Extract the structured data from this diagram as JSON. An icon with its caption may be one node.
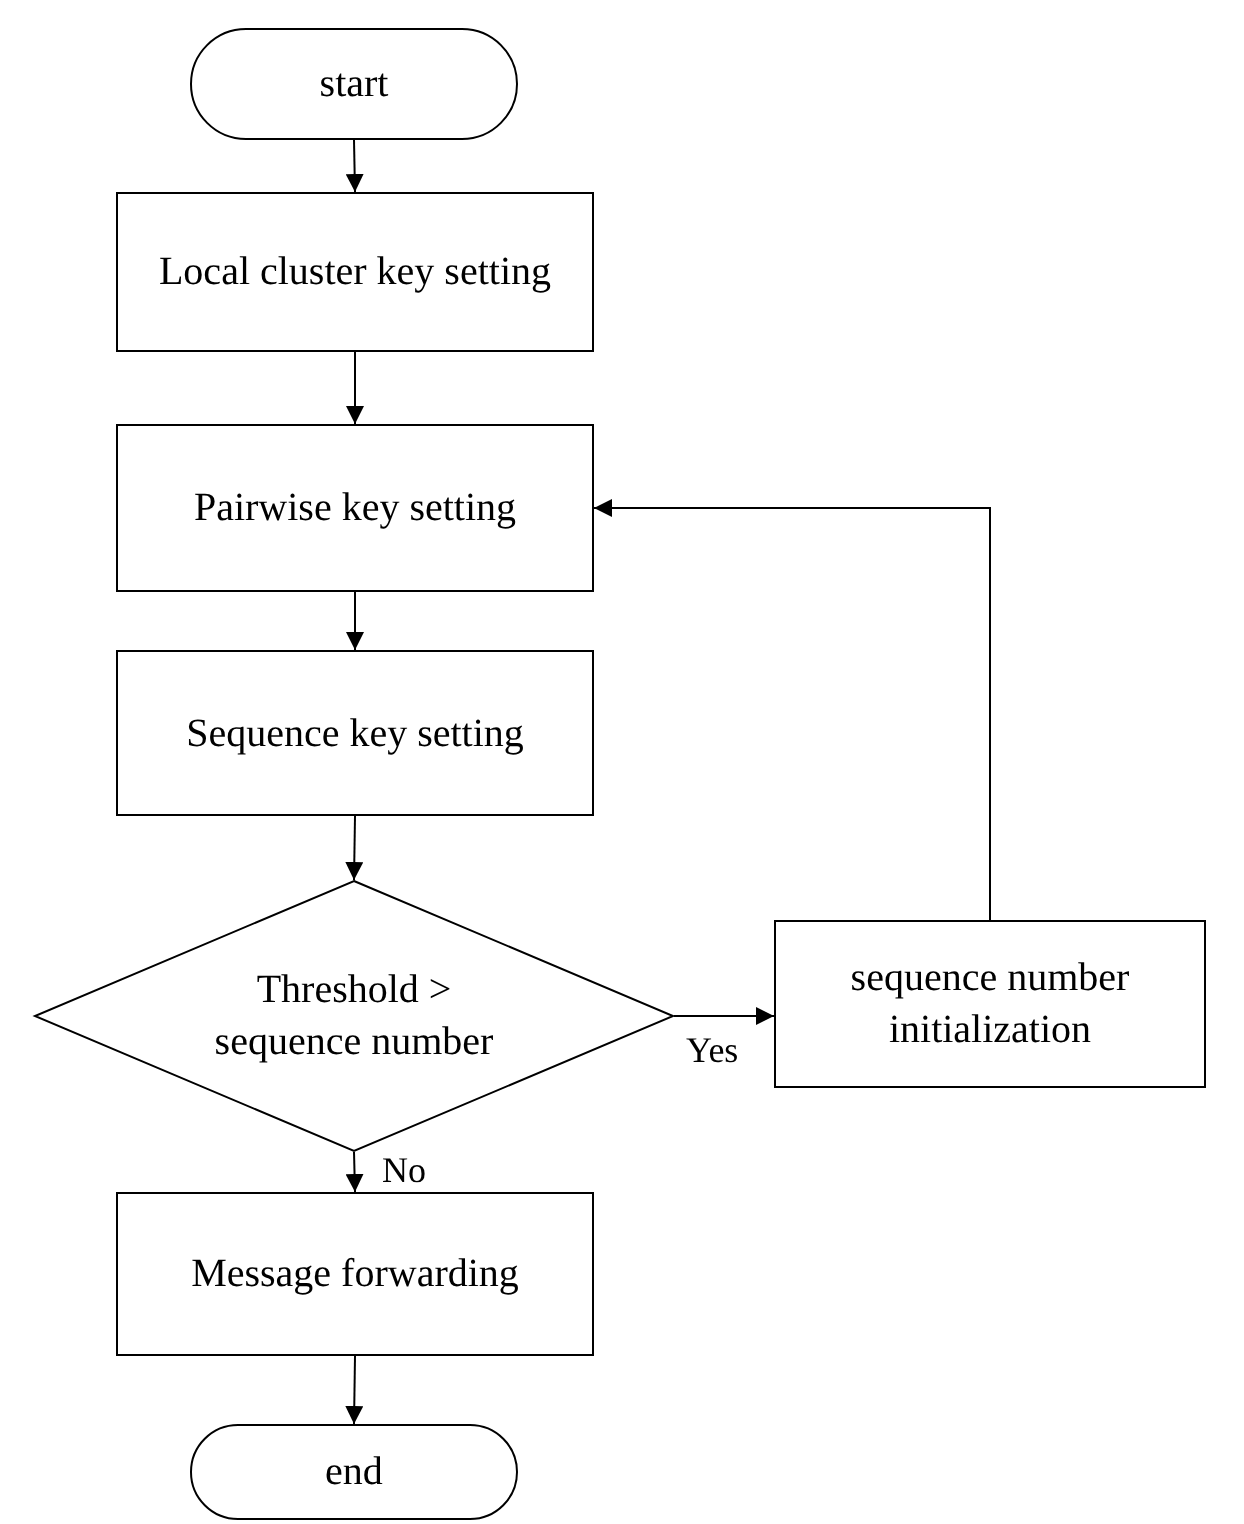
{
  "diagram": {
    "nodes": [
      {
        "text": [
          "start"
        ]
      },
      {
        "text": [
          "Local cluster key setting"
        ]
      },
      {
        "text": [
          "Pairwise key setting"
        ]
      },
      {
        "text": [
          "Sequence key setting"
        ]
      },
      {
        "text": [
          "Threshold > sequence number"
        ]
      },
      {
        "text": [
          "sequence number initialization"
        ]
      },
      {
        "text": [
          "Message forwarding"
        ]
      },
      {
        "text": [
          "end"
        ]
      }
    ],
    "edges": [
      {
        "from": 0,
        "to": 1,
        "arrow": "to"
      },
      {
        "from": 1,
        "to": 2,
        "arrow": "to"
      },
      {
        "from": 2,
        "to": 3,
        "arrow": "to"
      },
      {
        "from": 3,
        "to": 4,
        "arrow": "to"
      },
      {
        "from": 4,
        "to": 5,
        "arrow": "to",
        "label": "Yes"
      },
      {
        "from": 5,
        "to": 2,
        "arrow": "to"
      },
      {
        "from": 4,
        "to": 6,
        "arrow": "to",
        "label": "No"
      },
      {
        "from": 6,
        "to": 7,
        "arrow": "to"
      }
    ]
  }
}
